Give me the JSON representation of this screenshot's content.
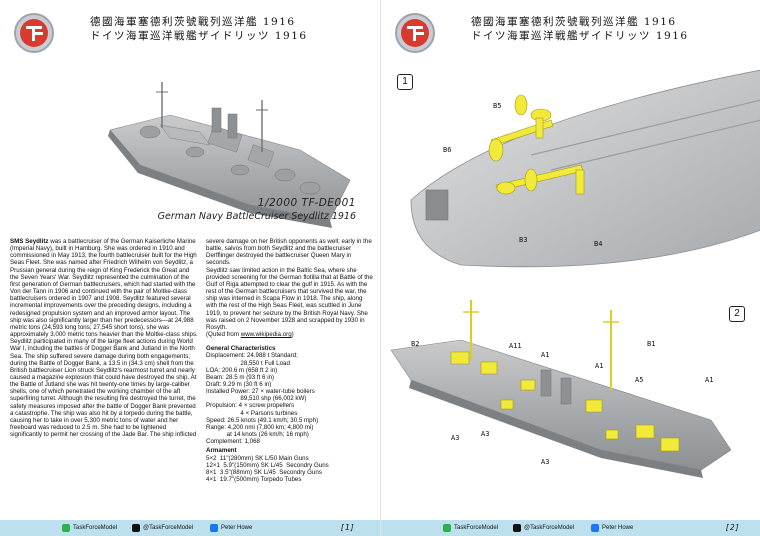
{
  "left_page": {
    "title_line1": "德國海軍塞德利茨號戰列巡洋艦 1916",
    "title_line2": "ドイツ海軍巡洋戦艦ザイドリッツ 1916",
    "caption_code": "1/2000 TF-DE001",
    "caption_name": "German Navy BattleCruiser Seydlitz 1916",
    "col1": [
      "SMS Seydlitz was a battlecruiser of the German Kaiserliche Marine (Imperial Navy), built in Hamburg. She was ordered in 1910 and commissioned in May 1913, the fourth battlecruiser built for the High Seas Fleet. She was named after Friedrich Wilhelm von Seydlitz, a Prussian general during the reign of King Frederick the Great and the Seven Years' War. Seydlitz represented the culmination of the first generation of German battlecruisers, which had started with the Von der Tann in 1906 and continued with the pair of Moltke-class battlecruisers ordered in 1907 and 1908. Seydlitz featured several incremental improvements over the preceding designs, including a redesigned propulsion system and an improved armor layout. The ship was also significantly larger than her predecessors—at 24,988 metric tons (24,593 long tons; 27,545 short tons), she was approximately 3,000 metric tons heavier than the Moltke-class ships.",
      "Seydlitz participated in many of the large fleet actions during World War I, including the battles of Dogger Bank and Jutland in the North Sea. The ship suffered severe damage during both engagements; during the Battle of Dogger Bank, a 13.5 in (34.3 cm) shell from the British battlecruiser Lion struck Seydlitz's rearmost turret and nearly caused a magazine explosion that could have destroyed the ship. At the Battle of Jutland she was hit twenty-one times by large-caliber shells, one of which penetrated the working chamber of the aft superfiring turret. Although the resulting fire destroyed the turret, the safety measures imposed after the battle of Dogger Bank prevented a catastrophe. The ship was also hit by a torpedo during the battle, causing her to take in over 5,300 metric tons of water and her freeboard was reduced to 2.5 m. She had to be lightened significantly to permit her crossing of the Jade Bar. The ship inflicted"
    ],
    "col2": [
      "severe damage on her British opponents as well; early in the battle, salvos from both Seydlitz and the battlecruiser Derfflinger destroyed the battlecruiser Queen Mary in seconds.",
      "Seydlitz saw limited action in the Baltic Sea, where she provided screening for the German flotilla that at Battle of the Gulf of Riga attempted to clear the gulf in 1915. As with the rest of the German battlecruisers that survived the war, the ship was interned in Scapa Flow in 1918. The ship, along with the rest of the High Seas Fleet, was scuttled in June 1919, to prevent her seizure by the British Royal Navy. She was raised on 2 November 1928 and scrapped by 1930 in Rosyth."
    ],
    "quote_prefix": "(Quted from ",
    "quote_link": "www.wikipedia.org",
    "quote_suffix": ")",
    "specs_heading": "General Characteristics",
    "specs": [
      "Displacement: 24,988 t Standard;",
      "                    28,550 t Full Load",
      "LOA: 200.6 m (658 ft 2 in)",
      "Beam: 28.5 m (93 ft 6 in)",
      "Draft: 9.29 m (30 ft 6 in)",
      "Installed Power: 27 × water-tube boilers",
      "                    89,510 shp (66,002 kW)",
      "Propulsion: 4 × screw propellers",
      "                    4 × Parsons turbines",
      "Speed: 26.5 knots (49.1 km/h; 30.5 mph)",
      "Range: 4,200 nmi (7,800 km; 4,800 mi)",
      "            at 14 knots (26 km/h; 16 mph)",
      "Complement: 1,068"
    ],
    "armament_heading": "Armament",
    "armament": [
      "5×2  11\"(280mm) SK L/50 Main Guns",
      "12×1  5.9\"(150mm) SK L/45  Secondry Guns",
      "8×1  3.5\"(88mm) SK L/45  Secondry Guns",
      "4×1  19.7\"(500mm) Torpedo Tubes"
    ],
    "page_number": "[1]"
  },
  "right_page": {
    "title_line1": "德國海軍塞德利茨號戰列巡洋艦 1916",
    "title_line2": "ドイツ海軍巡洋戦艦ザイドリッツ 1916",
    "panel1_number": "1",
    "panel2_number": "2",
    "panel1_callouts": [
      "B5",
      "B6",
      "B3",
      "B4"
    ],
    "panel2_callouts": [
      "B2",
      "A11",
      "A1",
      "B1",
      "A1",
      "A5",
      "A1",
      "A3",
      "A3",
      "A3"
    ],
    "page_number": "[2]"
  },
  "footer": {
    "wechat": "TaskForceModel",
    "x": "@TaskForceModel",
    "facebook": "Peter Howe"
  },
  "colors": {
    "hull_gray": "#a9acaf",
    "parts_yellow": "#f2ea3a",
    "footer_blue": "#bde0ee",
    "logo_red": "#d93a2f"
  }
}
